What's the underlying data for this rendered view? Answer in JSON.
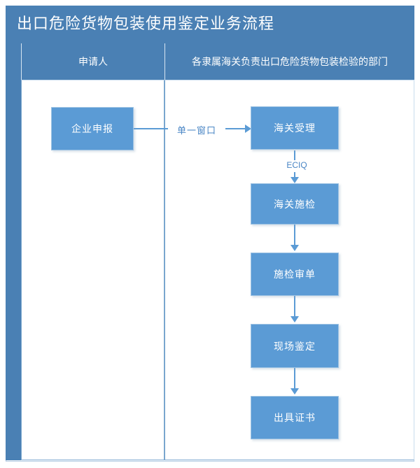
{
  "diagram": {
    "title": "出口危险货物包装使用鉴定业务流程",
    "colors": {
      "header_blue": "#4a80b4",
      "node_blue": "#5b9bd5",
      "connector_blue": "#5b9bd5",
      "label_blue": "#4a86c5",
      "frame_border": "#b9cfe4",
      "page_background": "#ffffff"
    },
    "lanes": [
      {
        "id": "applicant",
        "header": "申请人"
      },
      {
        "id": "customs-dept",
        "header": "各隶属海关负责出口危险货物包装检验的部门"
      }
    ],
    "nodes": [
      {
        "id": "node-1",
        "lane": "applicant",
        "label": "企业申报"
      },
      {
        "id": "node-2",
        "lane": "customs-dept",
        "label": "海关受理"
      },
      {
        "id": "node-3",
        "lane": "customs-dept",
        "label": "海关施检"
      },
      {
        "id": "node-4",
        "lane": "customs-dept",
        "label": "施检审单"
      },
      {
        "id": "node-5",
        "lane": "customs-dept",
        "label": "现场鉴定"
      },
      {
        "id": "node-6",
        "lane": "customs-dept",
        "label": "出具证书"
      }
    ],
    "edges": [
      {
        "id": "edge-1",
        "from": "node-1",
        "to": "node-2",
        "label": "单一窗口",
        "direction": "right"
      },
      {
        "id": "edge-2",
        "from": "node-2",
        "to": "node-3",
        "label": "ECIQ",
        "direction": "down"
      },
      {
        "id": "edge-3",
        "from": "node-3",
        "to": "node-4",
        "label": "",
        "direction": "down"
      },
      {
        "id": "edge-4",
        "from": "node-4",
        "to": "node-5",
        "label": "",
        "direction": "down"
      },
      {
        "id": "edge-5",
        "from": "node-5",
        "to": "node-6",
        "label": "",
        "direction": "down"
      }
    ]
  }
}
